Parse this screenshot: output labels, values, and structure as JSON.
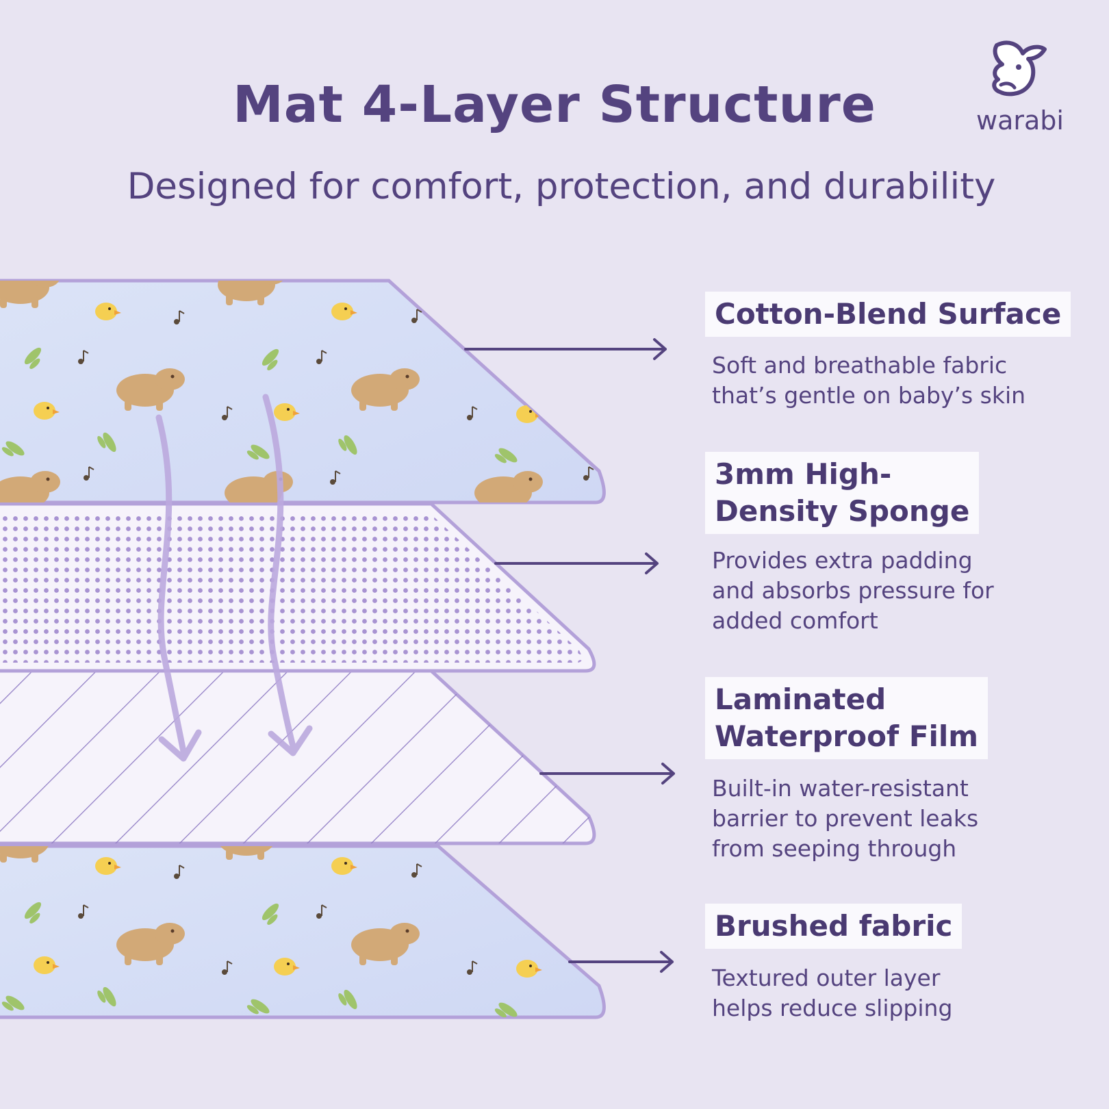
{
  "header": {
    "title": "Mat 4-Layer Structure",
    "subtitle": "Designed for comfort, protection, and durability"
  },
  "brand": {
    "name": "warabi",
    "logo_icon": "rabbit-icon"
  },
  "layers": [
    {
      "title": "Cotton-Blend Surface",
      "description": "Soft and breathable fabric\nthat’s gentle on baby’s skin",
      "pattern": "capybara-duck-print"
    },
    {
      "title": "3mm High-\nDensity Sponge",
      "description": "Provides extra padding\nand absorbs pressure for\nadded comfort",
      "pattern": "dots"
    },
    {
      "title": "Laminated\nWaterproof Film",
      "description": "Built-in water-resistant\nbarrier to prevent leaks\nfrom seeping through",
      "pattern": "diagonal-stripes"
    },
    {
      "title": "Brushed fabric",
      "description": "Textured outer layer\nhelps reduce slipping",
      "pattern": "capybara-duck-print"
    }
  ],
  "colors": {
    "background": "#e8e4f2",
    "text": "#54437f",
    "accent": "#b9a6dd",
    "layer_fabric": "#d7dff6",
    "capybara": "#d2a977",
    "duck": "#f5cf52",
    "leaf": "#9fc46b"
  }
}
